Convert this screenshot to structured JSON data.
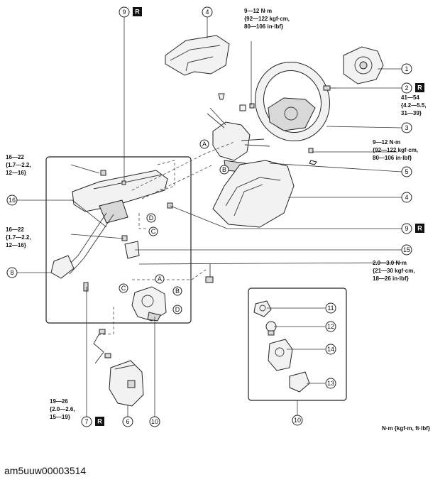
{
  "callouts": {
    "c1": "1",
    "c2": "2",
    "c3": "3",
    "c4a": "4",
    "c4b": "4",
    "c5": "5",
    "c6": "6",
    "c7": "7",
    "c8": "8",
    "c9a": "9",
    "c9b": "9",
    "c10a": "10",
    "c10b": "10",
    "c11": "11",
    "c12": "12",
    "c13": "13",
    "c14": "14",
    "c15": "15",
    "c16": "16"
  },
  "letters": {
    "A1": "A",
    "B1": "B",
    "C1": "C",
    "D1": "D",
    "A2": "A",
    "B2": "B",
    "C2": "C",
    "D2": "D"
  },
  "replace_mark": "R",
  "torque": {
    "t_top": [
      "9—12 N·m",
      "{92—122 kgf·cm,",
      "80—106 in·lbf}"
    ],
    "t_2": [
      "41—54",
      "{4.2—5.5,",
      "31—39}"
    ],
    "t_right": [
      "9—12 N·m",
      "{92—122 kgf·cm,",
      "80—106 in·lbf}"
    ],
    "t_left_top": [
      "16—22",
      "{1.7—2.2,",
      "12—16}"
    ],
    "t_left_mid": [
      "16—22",
      "{1.7—2.2,",
      "12—16}"
    ],
    "t_15": [
      "2.0—3.0 N·m",
      "{21—30 kgf·cm,",
      "18—26 in·lbf}"
    ],
    "t_7": [
      "19—26",
      "{2.0—2.6,",
      "15—19}"
    ]
  },
  "units_label": "N·m {kgf·m, ft·lbf}",
  "figure_code": "am5uuw00003514"
}
